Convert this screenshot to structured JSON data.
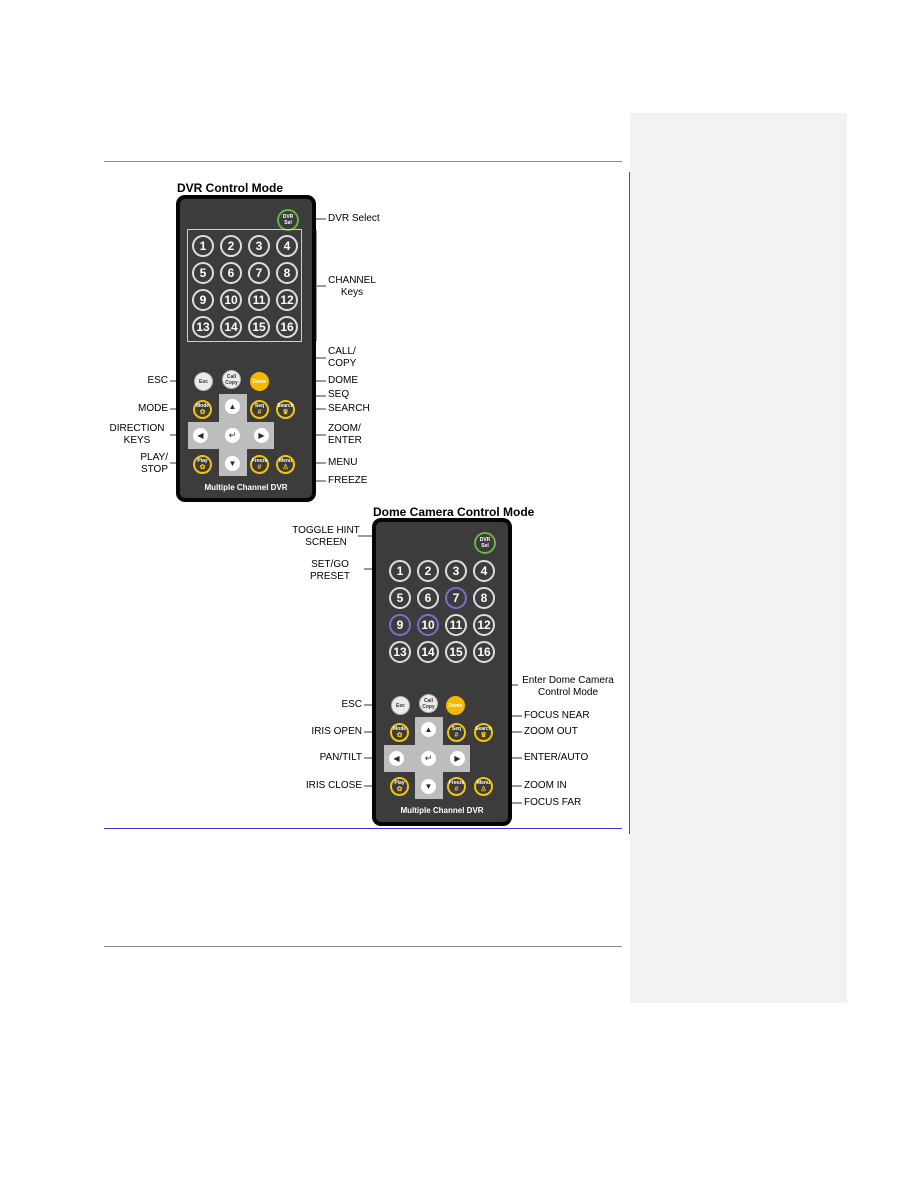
{
  "dvr": {
    "title": "DVR Control Mode",
    "dvr_sel": [
      "DVR",
      "Sel"
    ],
    "keys": [
      "1",
      "2",
      "3",
      "4",
      "5",
      "6",
      "7",
      "8",
      "9",
      "10",
      "11",
      "12",
      "13",
      "14",
      "15",
      "16"
    ],
    "buttons": {
      "esc": "Esc",
      "call": [
        "Call",
        "Copy"
      ],
      "dome": "Dome",
      "mode": "Mode",
      "seq": "Seq",
      "search": "Search",
      "play": "Play",
      "freeze": "Freeze",
      "menu": "Menu"
    },
    "brand": "Multiple Channel DVR",
    "labels": {
      "dvr_select": "DVR Select",
      "channel": [
        "CHANNEL",
        "Keys"
      ],
      "call_copy": [
        "CALL/",
        "COPY"
      ],
      "esc": "ESC",
      "dome": "DOME",
      "seq": "SEQ",
      "mode": "MODE",
      "search": "SEARCH",
      "direction": [
        "DIRECTION",
        "KEYS"
      ],
      "zoom_enter": [
        "ZOOM/",
        "ENTER"
      ],
      "play_stop": [
        "PLAY/",
        "STOP"
      ],
      "menu": "MENU",
      "freeze": "FREEZE"
    }
  },
  "dome": {
    "title": "Dome Camera Control Mode",
    "dvr_sel": [
      "DVR",
      "Sel"
    ],
    "keys": [
      "1",
      "2",
      "3",
      "4",
      "5",
      "6",
      "7",
      "8",
      "9",
      "10",
      "11",
      "12",
      "13",
      "14",
      "15",
      "16"
    ],
    "buttons": {
      "esc": "Esc",
      "call": [
        "Call",
        "Copy"
      ],
      "dome": "Dome",
      "mode": "Mode",
      "seq": "Seq",
      "search": "Search",
      "play": "Play",
      "freeze": "Freeze",
      "menu": "Menu"
    },
    "brand": "Multiple Channel DVR",
    "labels": {
      "toggle": [
        "TOGGLE HINT",
        "SCREEN"
      ],
      "setgo": [
        "SET/GO",
        "PRESET"
      ],
      "enter_dome": [
        "Enter Dome Camera",
        "Control Mode"
      ],
      "esc": "ESC",
      "focus_near": "FOCUS NEAR",
      "iris_open": "IRIS OPEN",
      "zoom_out": "ZOOM OUT",
      "pan_tilt": "PAN/TILT",
      "enter_auto": "ENTER/AUTO",
      "iris_close": "IRIS CLOSE",
      "zoom_in": "ZOOM IN",
      "focus_far": "FOCUS FAR"
    }
  },
  "colors": {
    "remote_body": "#3c3c3c",
    "yellow_ring": "#f2c40a",
    "dome_button": "#f4b800",
    "dvr_sel_ring": "#6ab33e",
    "sidebar": "#f2f2f2"
  },
  "icons": {
    "mode": "gear-icon",
    "seq": "hash-icon",
    "search": "crown-icon",
    "play": "gear-icon",
    "freeze": "hash-icon",
    "menu": "person-icon",
    "center": "enter-zoom-icon"
  }
}
